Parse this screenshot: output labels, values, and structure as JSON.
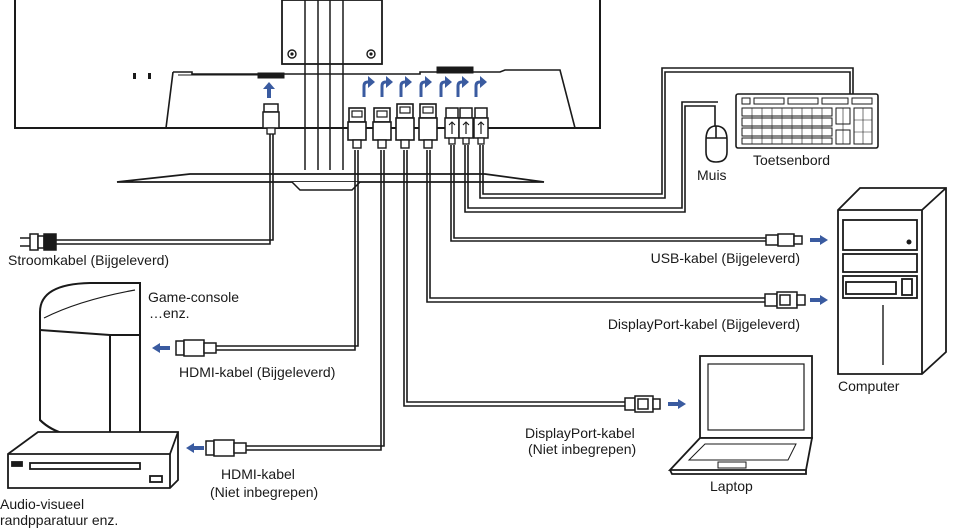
{
  "labels": {
    "power_cable": "Stroomkabel (Bijgeleverd)",
    "game_console": "Game-console",
    "game_console_etc": "…enz.",
    "hdmi_supplied": "HDMI-kabel (Bijgeleverd)",
    "hdmi_not_included_1": "HDMI-kabel",
    "hdmi_not_included_2": "(Niet inbegrepen)",
    "av_device_1": "Audio-visueel",
    "av_device_2": "randpparatuur enz.",
    "keyboard": "Toetsenbord",
    "mouse": "Muis",
    "usb_cable": "USB-kabel (Bijgeleverd)",
    "displayport_supplied": "DisplayPort-kabel (Bijgeleverd)",
    "computer": "Computer",
    "displayport_not_included_1": "DisplayPort-kabel",
    "displayport_not_included_2": "(Niet inbegrepen)",
    "laptop": "Laptop"
  },
  "colors": {
    "line": "#1a1a1a",
    "arrow": "#3a5ba0",
    "background": "#ffffff"
  }
}
